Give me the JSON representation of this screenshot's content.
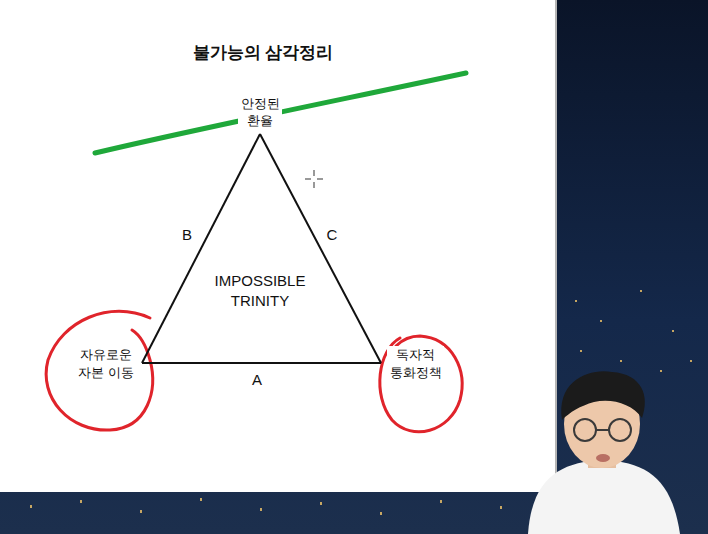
{
  "diagram": {
    "title": "불가능의 삼각정리",
    "nodes": [
      {
        "text": [
          "안정된 환율"
        ]
      },
      {
        "text": [
          "자유로운 자본 이동"
        ]
      },
      {
        "text": [
          "독자적 통화정책"
        ]
      }
    ],
    "edges": [
      {
        "from": 0,
        "to": 1,
        "label": "B",
        "arrow": "none"
      },
      {
        "from": 0,
        "to": 2,
        "label": "C",
        "arrow": "none"
      },
      {
        "from": 1,
        "to": 2,
        "label": "A",
        "arrow": "none"
      }
    ],
    "labels": [
      "IMPOSSIBLE TRINITY"
    ]
  }
}
